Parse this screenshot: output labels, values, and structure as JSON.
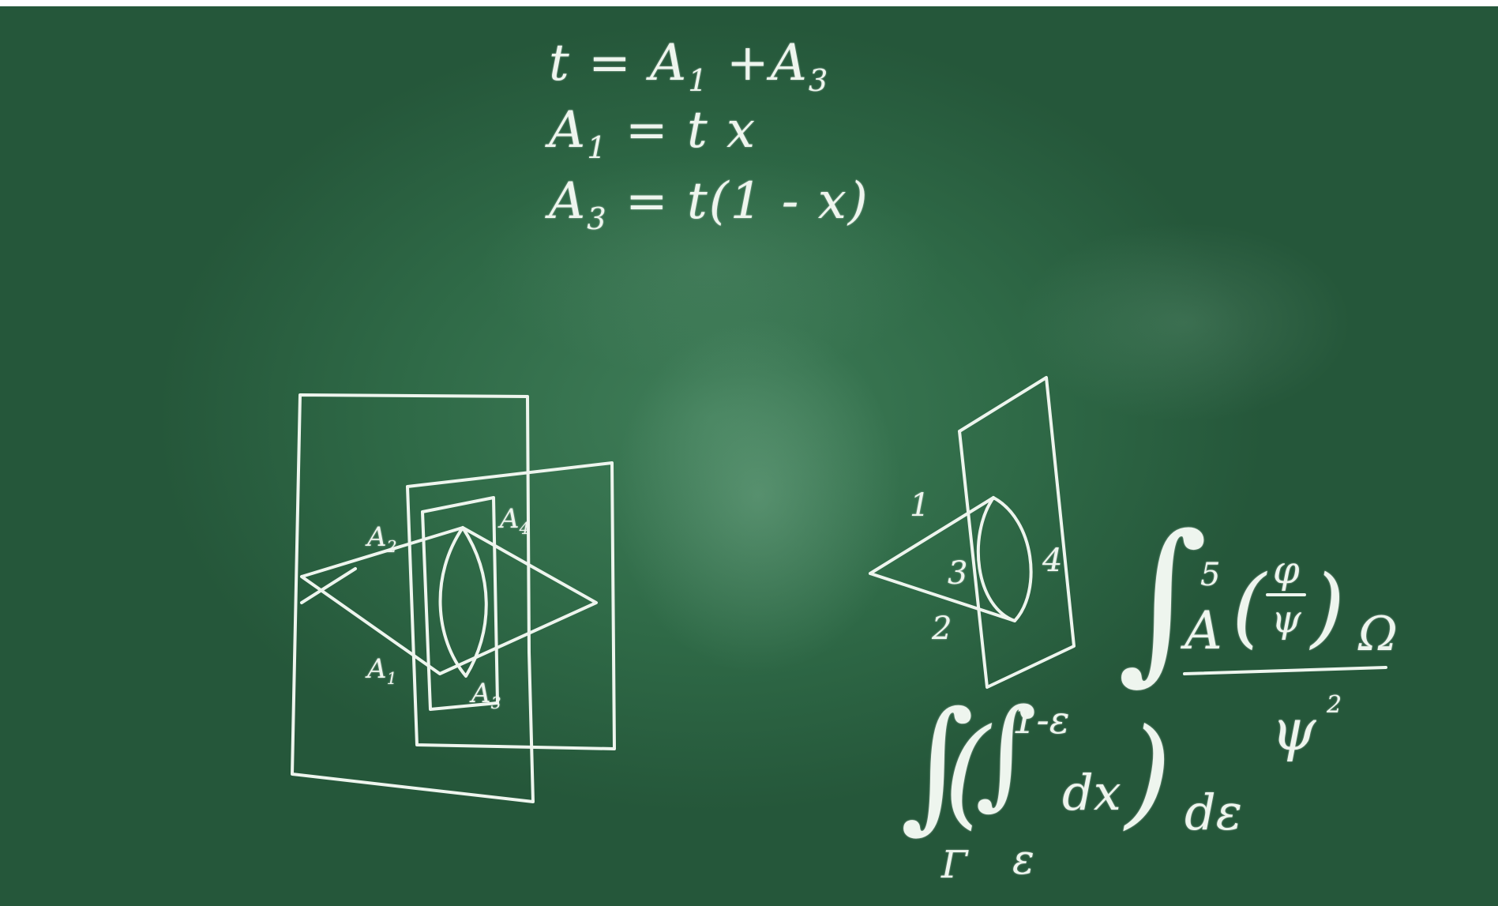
{
  "equations": {
    "line1": {
      "lhs": "t",
      "op": "=",
      "rhs": "A",
      "sub1": "1",
      "plus": "+A",
      "sub3": "3"
    },
    "line2": {
      "lhs": "A",
      "sub": "1",
      "rhs": "= t x"
    },
    "line3": {
      "lhs": "A",
      "sub": "3",
      "rhs": "= t(1 - x)"
    }
  },
  "left_diagram": {
    "labels": {
      "a2": "A",
      "a2_sub": "2",
      "a4": "A",
      "a4_sub": "4",
      "a1": "A",
      "a1_sub": "1",
      "a3": "A",
      "a3_sub": "3"
    }
  },
  "right_diagram": {
    "labels": {
      "one": "1",
      "two": "2",
      "three": "3",
      "four": "4"
    }
  },
  "integral_1": {
    "sign": "∫",
    "A": "A",
    "A_sup": "5",
    "phi": "φ",
    "psi": "ψ",
    "Omega": "Ω",
    "den": "ψ",
    "den_sup": "2"
  },
  "integral_2": {
    "outer": "∫",
    "outer_sub": "Γ",
    "inner": "∫",
    "inner_sup": "1-ε",
    "inner_sub": "ε",
    "body": "dx",
    "tail": "dε"
  }
}
